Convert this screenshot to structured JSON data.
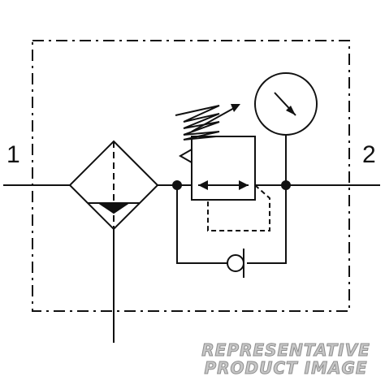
{
  "ports": {
    "inlet": "1",
    "outlet": "2"
  },
  "watermark": {
    "line1": "REPRESENTATIVE",
    "line2": "PRODUCT IMAGE"
  },
  "colors": {
    "line": "#111111",
    "watermark_fill": "#c7c7c7",
    "watermark_stroke": "#8f8f8f"
  },
  "components": {
    "filter": "filter-diamond-icon",
    "regulator": "pressure-regulator-icon",
    "gauge": "pressure-gauge-icon",
    "check_valve": "check-valve-icon"
  }
}
